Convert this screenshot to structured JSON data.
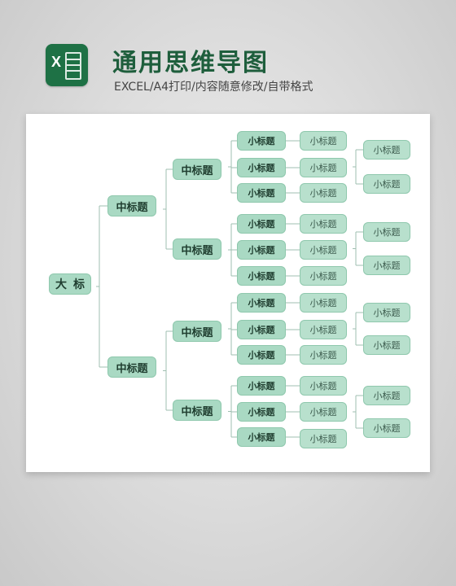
{
  "header": {
    "title": "通用思维导图",
    "subtitle": "EXCEL/A4打印/内容随意修改/自带格式",
    "logo_letter": "X",
    "logo_icon": "excel-icon"
  },
  "colors": {
    "node_fill": "#a9d9c3",
    "leaf_fill": "#b8e0cd",
    "line": "#9fbfb0",
    "brand": "#1e7145",
    "title": "#1e5e3c"
  },
  "mindmap": {
    "root": "大标",
    "branches": [
      {
        "label": "中标题",
        "children": [
          {
            "label": "中标题",
            "level3": [
              "小标题",
              "小标题",
              "小标题"
            ],
            "level4": [
              "小标题",
              "小标题",
              "小标题"
            ],
            "level5": [
              "小标题",
              "小标题"
            ]
          },
          {
            "label": "中标题",
            "level3": [
              "小标题",
              "小标题",
              "小标题"
            ],
            "level4": [
              "小标题",
              "小标题",
              "小标题"
            ],
            "level5": [
              "小标题",
              "小标题"
            ]
          }
        ]
      },
      {
        "label": "中标题",
        "children": [
          {
            "label": "中标题",
            "level3": [
              "小标题",
              "小标题",
              "小标题"
            ],
            "level4": [
              "小标题",
              "小标题",
              "小标题"
            ],
            "level5": [
              "小标题",
              "小标题"
            ]
          },
          {
            "label": "中标题",
            "level3": [
              "小标题",
              "小标题",
              "小标题"
            ],
            "level4": [
              "小标题",
              "小标题",
              "小标题"
            ],
            "level5": [
              "小标题",
              "小标题"
            ]
          }
        ]
      }
    ]
  }
}
